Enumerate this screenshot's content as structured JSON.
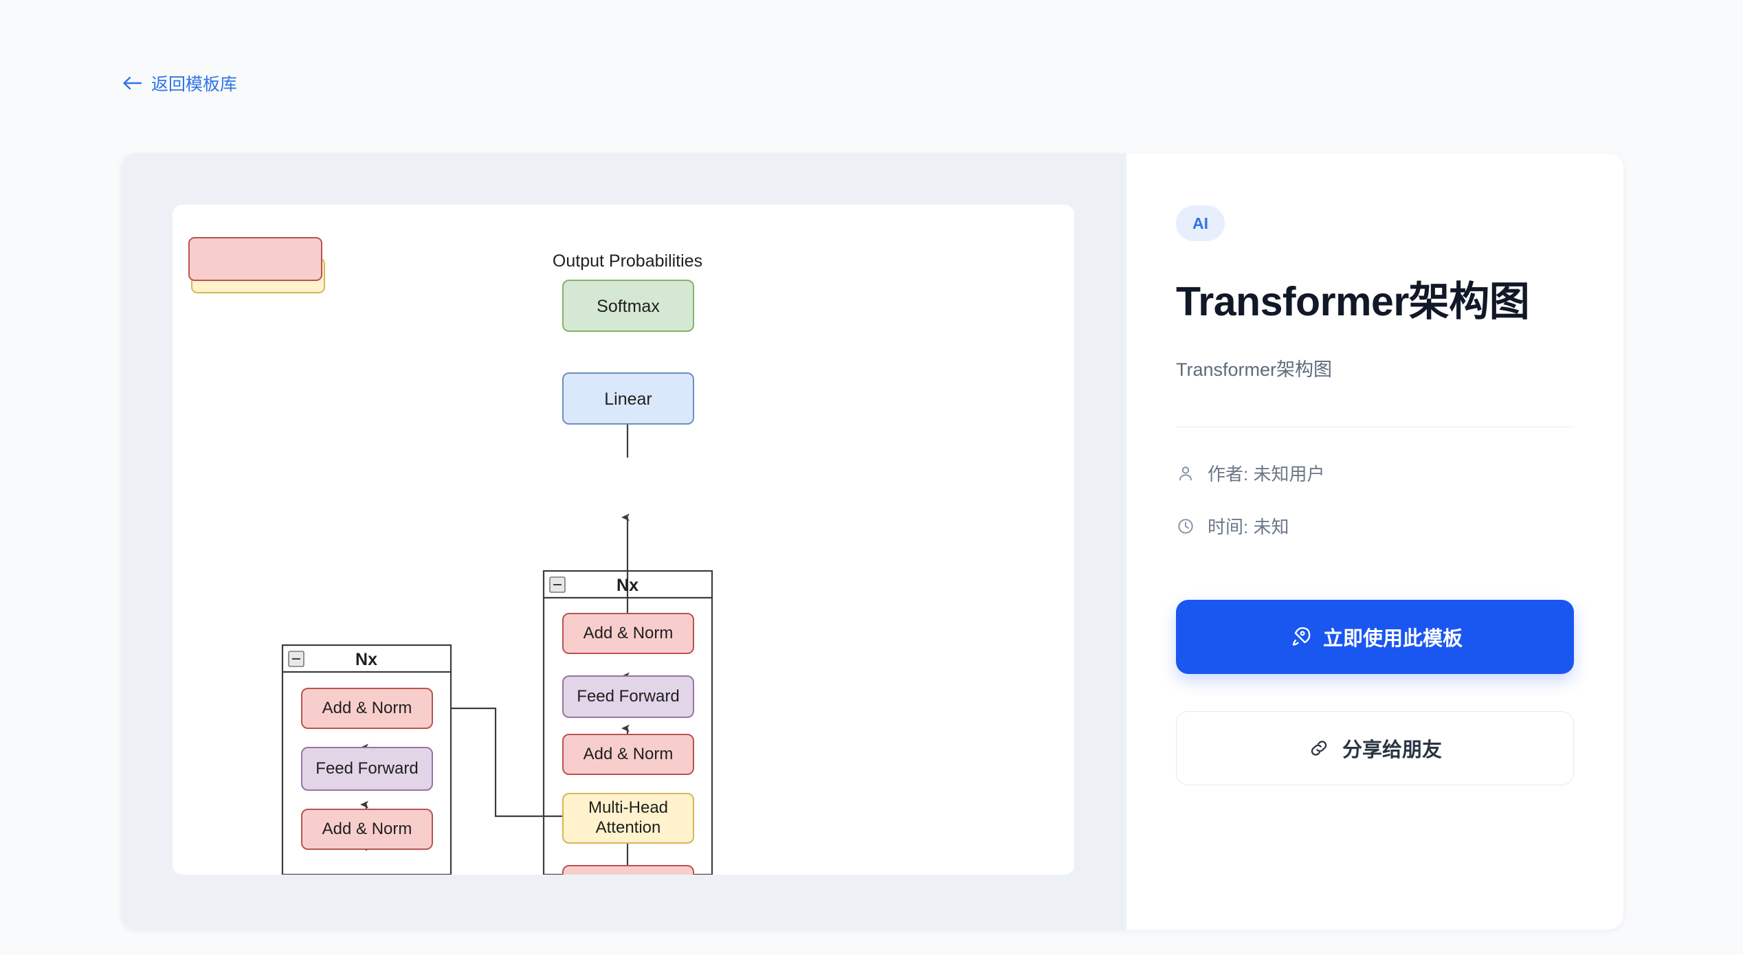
{
  "nav": {
    "back_label": "返回模板库",
    "back_icon": "arrow-left-icon",
    "link_color": "#2f74e8"
  },
  "detail": {
    "badge": "AI",
    "title": "Transformer架构图",
    "description": "Transformer架构图",
    "meta": [
      {
        "icon": "user-icon",
        "text": "作者: 未知用户"
      },
      {
        "icon": "clock-icon",
        "text": "时间: 未知"
      }
    ],
    "primary_button": {
      "label": "立即使用此模板",
      "icon": "rocket-icon",
      "color": "#1a56f0"
    },
    "secondary_button": {
      "label": "分享给朋友",
      "icon": "link-icon"
    }
  },
  "diagram": {
    "type": "flowchart",
    "title": "Transformer架构图",
    "top_label": "Output Probabilities",
    "palette": {
      "green_fill": "#d5e8d4",
      "green_stroke": "#82b366",
      "blue_fill": "#dae8fc",
      "blue_stroke": "#6c8ebf",
      "pink_fill": "#f8cecc",
      "pink_stroke": "#b85450",
      "purple_fill": "#e1d5e7",
      "purple_stroke": "#9673a6",
      "yellow_fill": "#fff2cc",
      "yellow_stroke": "#d6b656",
      "edge": "#3c3c3c"
    },
    "groups": [
      {
        "id": "encoder-group",
        "label": "Nx",
        "collapse_icon": "minus-box-icon"
      },
      {
        "id": "decoder-group",
        "label": "Nx",
        "collapse_icon": "minus-box-icon"
      }
    ],
    "nodes": [
      {
        "id": "softmax",
        "label": "Softmax",
        "color": "green"
      },
      {
        "id": "linear",
        "label": "Linear",
        "color": "blue"
      },
      {
        "id": "dec-addnorm-1",
        "label": "Add & Norm",
        "color": "pink"
      },
      {
        "id": "dec-feedforward",
        "label": "Feed Forward",
        "color": "purple"
      },
      {
        "id": "dec-addnorm-2",
        "label": "Add & Norm",
        "color": "pink"
      },
      {
        "id": "dec-attention",
        "label": "Multi-Head Attention",
        "color": "yellow"
      },
      {
        "id": "dec-addnorm-3",
        "label": "",
        "color": "pink"
      },
      {
        "id": "enc-addnorm-1",
        "label": "Add & Norm",
        "color": "pink"
      },
      {
        "id": "enc-feedforward",
        "label": "Feed Forward",
        "color": "purple"
      },
      {
        "id": "enc-addnorm-2",
        "label": "Add & Norm",
        "color": "pink"
      },
      {
        "id": "stray-pink",
        "label": "",
        "color": "pink"
      },
      {
        "id": "stray-yellow",
        "label": "",
        "color": "yellow"
      }
    ]
  }
}
